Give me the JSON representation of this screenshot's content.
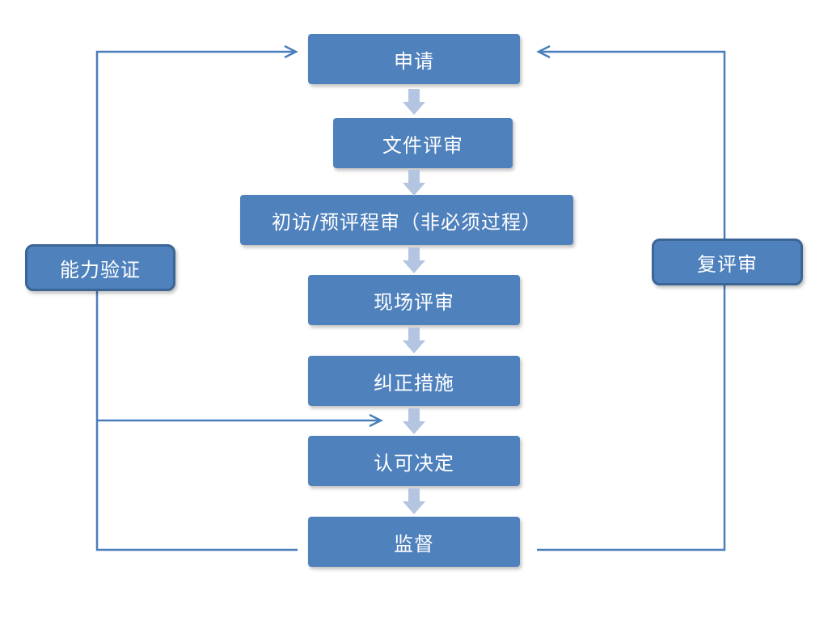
{
  "steps": [
    "申请",
    "文件评审",
    "初访/预评程审（非必须过程）",
    "现场评审",
    "纠正措施",
    "认可决定",
    "监督"
  ],
  "left_label": "能力验证",
  "right_label": "复评审",
  "colors": {
    "box_fill": "#4f81bd",
    "box_text": "#ffffff",
    "connector": "#4a7ebb",
    "down_arrow": "#b4c5e2"
  }
}
